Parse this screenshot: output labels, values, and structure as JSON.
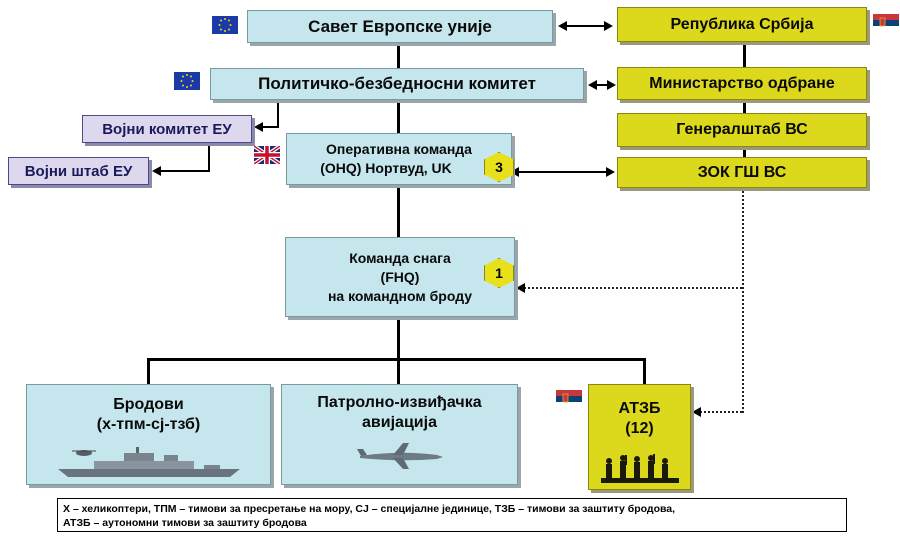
{
  "eu": {
    "council": "Савет Европске уније",
    "psc": "Политичко-безбедносни комитет",
    "military_committee": "Војни комитет ЕУ",
    "military_staff": "Војни штаб ЕУ"
  },
  "serbia": {
    "republic": "Република Србија",
    "ministry": "Министарство одбране",
    "general_staff": "Генералштаб ВС",
    "zok": "ЗОК ГШ ВС"
  },
  "ohq": {
    "line1": "Оперативна команда",
    "line2": "(OHQ) Нортвуд, UK",
    "badge": "3"
  },
  "fhq": {
    "line1": "Команда снага",
    "line2": "(FHQ)",
    "line3": "на командном броду",
    "badge": "1"
  },
  "ships": {
    "line1": "Бродови",
    "line2": "(х-тпм-сј-тзб)"
  },
  "aviation": {
    "line1": "Патролно-извиђачка",
    "line2": "авијација"
  },
  "atzb": {
    "line1": "АТЗБ",
    "line2": "(12)"
  },
  "legend": {
    "line1": "Х – хеликоптери, ТПМ – тимови за пресретање на мору, СЈ – специјалне јединице, ТЗБ – тимови за заштиту бродова,",
    "line2": "АТЗБ – аутономни тимови за заштиту бродова"
  },
  "colors": {
    "eu_box": "#c4e6ec",
    "serbia_box": "#dcd81c",
    "eu_staff": "#ddd8ee",
    "badge": "#e8e01a"
  }
}
